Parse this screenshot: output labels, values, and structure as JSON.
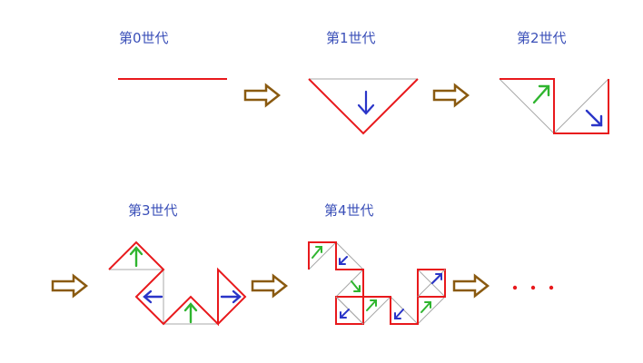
{
  "labels": {
    "gen0": "第0世代",
    "gen1": "第1世代",
    "gen2": "第2世代",
    "gen3": "第3世代",
    "gen4": "第4世代"
  },
  "colors": {
    "curve": "#e8191c",
    "guide": "#a8a8a8",
    "label": "#3a4fb8",
    "arrow_fill": "#ffffff",
    "arrow_stroke": "#8a5a10",
    "mark_green": "#2fb52f",
    "mark_blue": "#2a35c8",
    "ellipsis": "#e8191c"
  },
  "icons": {
    "transition": "hollow-right-arrow",
    "mark_up": "arrow-up-icon",
    "mark_down": "arrow-down-icon"
  }
}
